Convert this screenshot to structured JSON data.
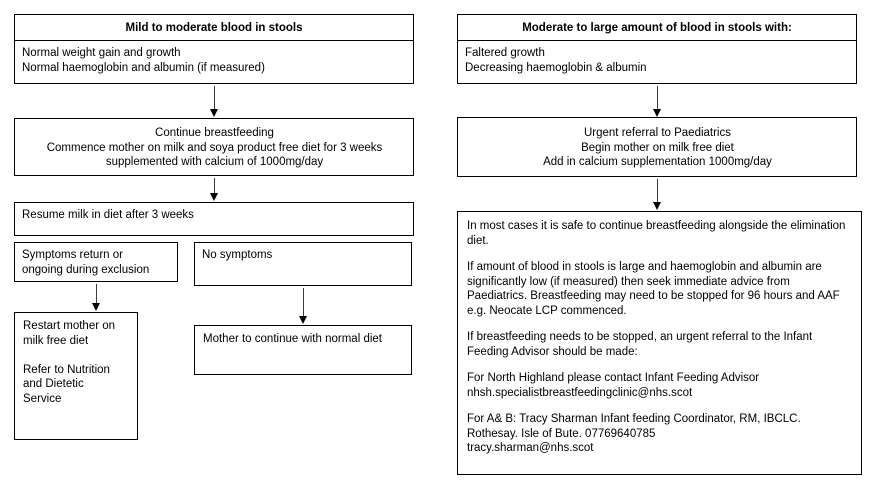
{
  "document": {
    "title": "Blood in stools management flowchart",
    "type": "clinical-pathway-flowchart",
    "colors": {
      "background": "#ffffff",
      "border": "#000000",
      "text": "#000000",
      "arrow": "#3a3a3a"
    }
  },
  "left_pathway": {
    "header_box": {
      "header": "Mild to moderate blood in stools",
      "body": "Normal weight gain and growth\nNormal haemoglobin and albumin  (if measured)"
    },
    "treatment_box": {
      "body": "Continue breastfeeding\nCommence mother on milk and soya product free diet for 3 weeks\nsupplemented with calcium of 1000mg/day"
    },
    "resume_box": {
      "body": "Resume milk in diet after 3 weeks"
    },
    "branch_symptoms_return": {
      "body": "Symptoms return or\nongoing during exclusion"
    },
    "branch_no_symptoms": {
      "body": "No symptoms"
    },
    "outcome_restart": {
      "body": "Restart mother on\nmilk free diet\n\nRefer to Nutrition\nand Dietetic\nService"
    },
    "outcome_normal_diet": {
      "body": "Mother to continue with normal diet"
    }
  },
  "right_pathway": {
    "header_box": {
      "header": "Moderate to large amount of blood in stools with:",
      "body": "Faltered growth\nDecreasing haemoglobin & albumin"
    },
    "referral_box": {
      "body": "Urgent referral to Paediatrics\nBegin mother on milk free diet\nAdd in calcium supplementation 1000mg/day"
    },
    "guidance_box": {
      "paragraphs": [
        "In most cases it is safe to continue breastfeeding alongside the elimination diet.",
        " If amount of blood in stools is large and haemoglobin and albumin are significantly low (if measured) then seek immediate advice from Paediatrics. Breastfeeding may need to be stopped for 96 hours and AAF e.g. Neocate LCP commenced.",
        "If breastfeeding needs to be stopped, an urgent referral to the Infant Feeding Advisor should be made:",
        "For North Highland please contact Infant Feeding Advisor\nnhsh.specialistbreastfeedingclinic@nhs.scot",
        "For A& B: Tracy Sharman  Infant feeding Coordinator, RM, IBCLC. Rothesay. Isle of Bute. 07769640785\ntracy.sharman@nhs.scot"
      ]
    }
  },
  "arrows": {
    "left_1_label": "arrow-header-to-treatment",
    "left_2_label": "arrow-treatment-to-resume",
    "left_3_label": "arrow-symptoms-to-restart",
    "left_4_label": "arrow-nosymptoms-to-normal",
    "right_1_label": "arrow-header-to-referral",
    "right_2_label": "arrow-referral-to-guidance"
  }
}
